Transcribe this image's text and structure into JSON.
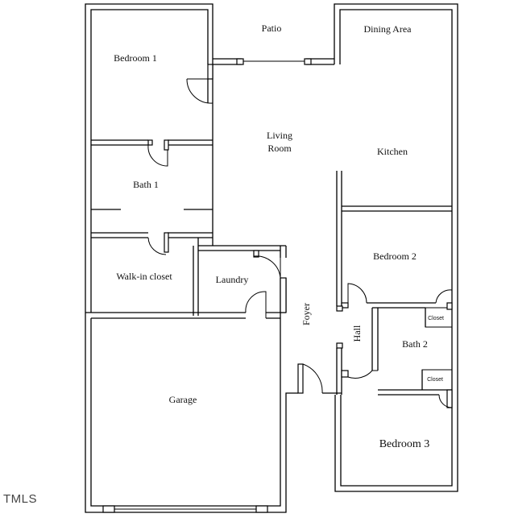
{
  "plan": {
    "rooms": {
      "patio": "Patio",
      "dining_area": "Dining Area",
      "bedroom1": "Bedroom 1",
      "living_room_line1": "Living",
      "living_room_line2": "Room",
      "kitchen": "Kitchen",
      "bath1": "Bath 1",
      "bedroom2": "Bedroom 2",
      "walkin_closet": "Walk-in closet",
      "laundry": "Laundry",
      "foyer": "Foyer",
      "hall": "Hall",
      "closet_a": "Closet",
      "bath2": "Bath 2",
      "closet_b": "Closet",
      "garage": "Garage",
      "bedroom3": "Bedroom 3"
    },
    "watermark": "TMLS"
  }
}
